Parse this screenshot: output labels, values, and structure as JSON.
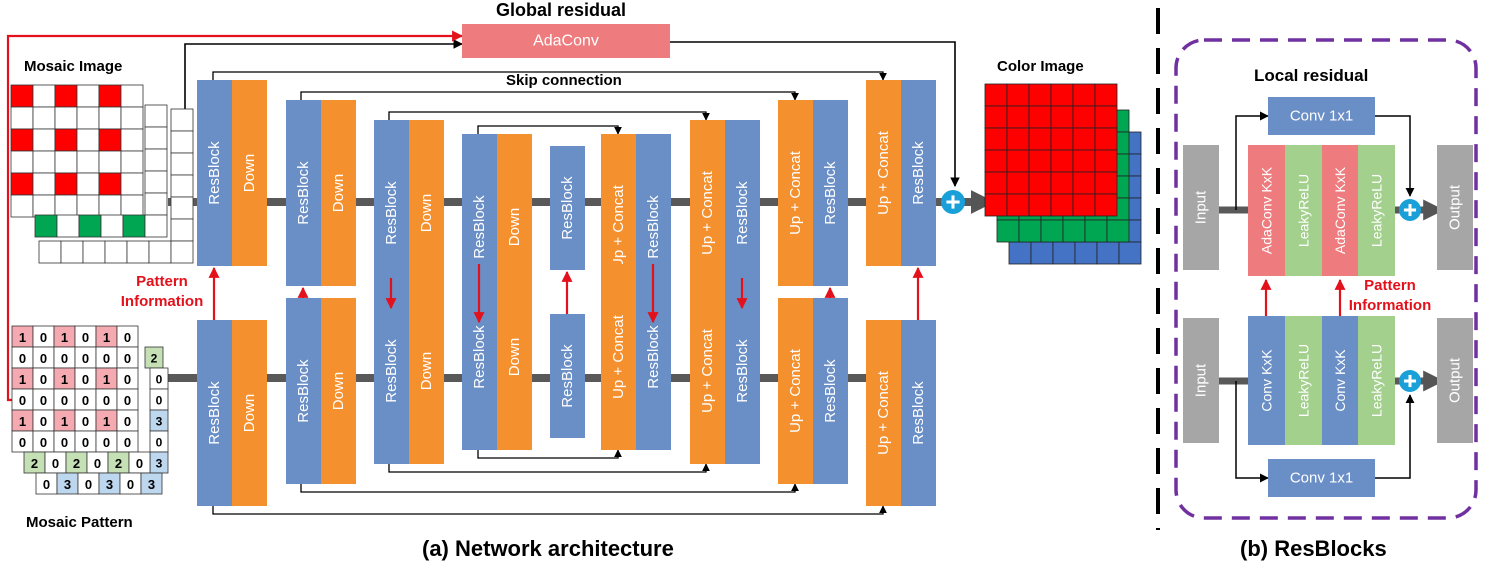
{
  "titles": {
    "global_residual": "Global residual",
    "skip_connection": "Skip connection",
    "mosaic_image": "Mosaic Image",
    "color_image": "Color Image",
    "mosaic_pattern": "Mosaic Pattern",
    "local_residual": "Local residual",
    "pattern_info_line1": "Pattern",
    "pattern_info_line2": "Information",
    "caption_a": "(a) Network architecture",
    "caption_b": "(b) ResBlocks"
  },
  "labels": {
    "adaconv": "AdaConv",
    "resblock": "ResBlock",
    "down": "Down",
    "up_concat": "Up + Concat",
    "conv1x1": "Conv 1x1",
    "input": "Input",
    "output": "Output",
    "adaconv_kxk": "AdaConv KxK",
    "leakyrelu": "LeakyReLU",
    "conv_kxk": "Conv KxK"
  },
  "pattern_digits": {
    "row_a": [
      "1",
      "0",
      "1",
      "0",
      "1",
      "0"
    ],
    "row_b": [
      "0",
      "0",
      "0",
      "0",
      "0",
      "0"
    ],
    "row_c": [
      "2",
      "0",
      "2",
      "0",
      "2",
      "0"
    ],
    "row_d": [
      "0",
      "3",
      "0",
      "3",
      "0",
      "3"
    ],
    "peek_2": "2",
    "peek_0": "0",
    "peek_3": "3"
  },
  "colors": {
    "blue_block": "#6a8ec6",
    "orange_block": "#f4902d",
    "adaconv_fill": "#ee7b7d",
    "leaky_fill": "#a3d08d",
    "gray_block": "#a6a6a6",
    "arrow_red": "#e3111b",
    "plus_circle": "#1aa0d8",
    "dashed_border": "#7030a0",
    "grid_red": "#ff0000",
    "grid_green": "#00a651",
    "grid_blue": "#4472c4",
    "pattern_pink": "#f4aab0",
    "pattern_green": "#c5e0b4",
    "pattern_blue": "#bdd7ee"
  }
}
